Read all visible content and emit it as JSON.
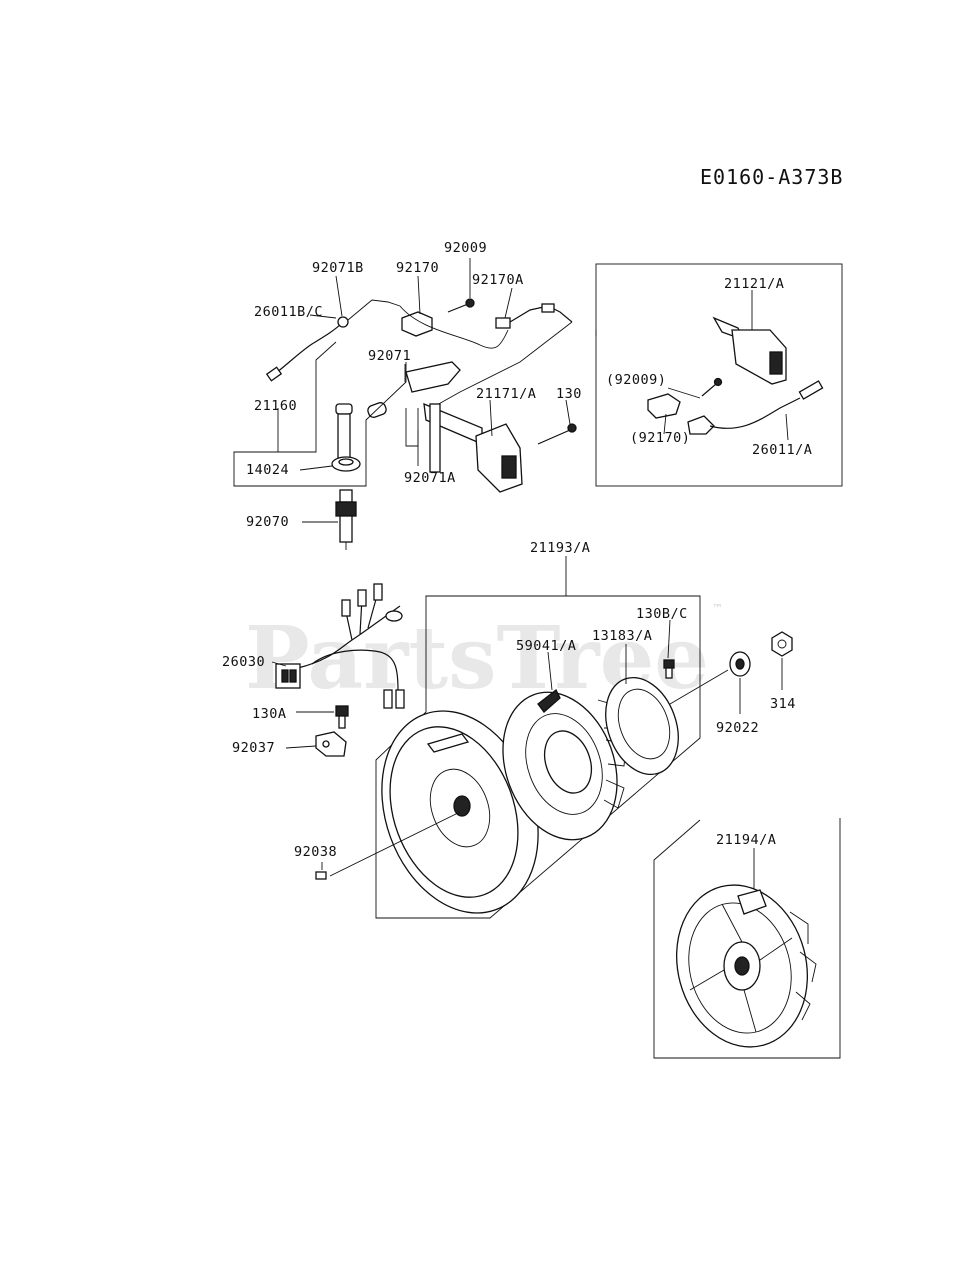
{
  "diagram_code": "E0160-A373B",
  "watermark": {
    "text": "PartsTree",
    "trademark": "™"
  },
  "part_labels": {
    "p92009": "92009",
    "p92071b": "92071B",
    "p92170": "92170",
    "p92170a": "92170A",
    "p26011bc": "26011B/C",
    "p92071": "92071",
    "p21160": "21160",
    "p21171a": "21171/A",
    "p130": "130",
    "p14024": "14024",
    "p92071a": "92071A",
    "p92070": "92070",
    "p21121a": "21121/A",
    "p92009_paren": "(92009)",
    "p92170_paren": "(92170)",
    "p26011a": "26011/A",
    "p21193a": "21193/A",
    "p130bc": "130B/C",
    "p13183a": "13183/A",
    "p59041a": "59041/A",
    "p26030": "26030",
    "p130a": "130A",
    "p92037": "92037",
    "p92022": "92022",
    "p314": "314",
    "p92038": "92038",
    "p21194a": "21194/A"
  }
}
